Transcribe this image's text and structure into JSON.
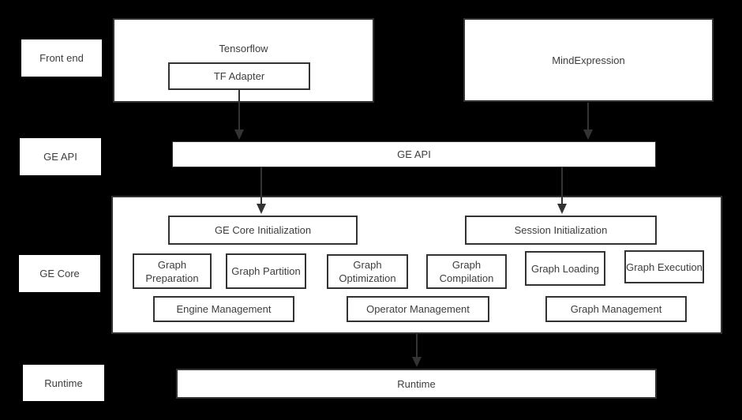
{
  "colors": {
    "background": "#000000",
    "box_fill": "#ffffff",
    "border": "#333333",
    "text": "#3d3d3d",
    "arrow": "#333333"
  },
  "side_labels": {
    "front_end": "Front end",
    "ge_api": "GE API",
    "ge_core": "GE Core",
    "runtime": "Runtime"
  },
  "front_end": {
    "tensorflow_label": "Tensorflow",
    "tf_adapter_label": "TF Adapter",
    "mindexpression_label": "MindExpression"
  },
  "ge_api": {
    "label": "GE API"
  },
  "ge_core": {
    "init": [
      {
        "label": "GE Core Initialization"
      },
      {
        "label": "Session Initialization"
      }
    ],
    "functions": [
      {
        "label": "Graph Preparation"
      },
      {
        "label": "Graph Partition"
      },
      {
        "label": "Graph Optimization"
      },
      {
        "label": "Graph Compilation"
      },
      {
        "label": "Graph Loading"
      },
      {
        "label": "Graph Execution"
      }
    ],
    "management": [
      {
        "label": "Engine Management"
      },
      {
        "label": "Operator Management"
      },
      {
        "label": "Graph Management"
      }
    ]
  },
  "runtime": {
    "label": "Runtime"
  }
}
